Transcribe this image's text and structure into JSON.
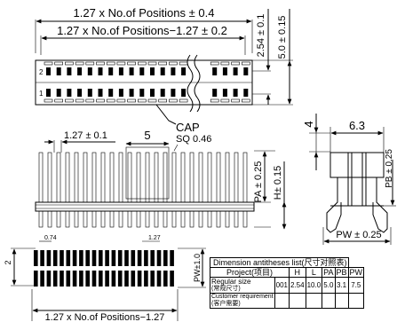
{
  "top_view": {
    "overall_length": "1.27 x No.of Positions ± 0.4",
    "inner_length": "1.27 x No.of Positions−1.27 ± 0.2",
    "row_pitch": "2.54 ± 0.1",
    "overall_width": "5.0 ± 0.15",
    "pin_label_top": "2",
    "pin_label_bottom": "1",
    "cap_label": "CAP"
  },
  "front_view": {
    "pitch": "1.27 ± 0.1",
    "cap_width": "5",
    "square_pin": "SQ 0.46",
    "pa_dim": "PA ± 0.25",
    "h_dim": "H± 0.15"
  },
  "side_view": {
    "top_height": "4",
    "body_width": "6.3",
    "pb_dim": "PB ± 0.25",
    "pw_dim": "PW ± 0.25"
  },
  "pad_layout": {
    "pad_width": "0.74",
    "pad_pitch": "1.27",
    "row_offset": "2",
    "pw_dim": "PW±1.0",
    "length": "1.27 x No.of Positions−1.27"
  },
  "dimension_table": {
    "caption": "Dimension antitheses list(尺寸对照表)",
    "headers": [
      "Project(项目)",
      "H",
      "L",
      "PA",
      "PB",
      "PW"
    ],
    "rows": [
      {
        "label_en": "Regular size",
        "label_cn": "(常规尺寸)",
        "cells": [
          "001",
          "2.54",
          "10.0",
          "5.0",
          "3.1",
          "7.5"
        ]
      },
      {
        "label_en": "Customer requirement",
        "label_cn": "(客户需要)",
        "cells": [
          "",
          "",
          "",
          "",
          "",
          ""
        ]
      }
    ]
  }
}
